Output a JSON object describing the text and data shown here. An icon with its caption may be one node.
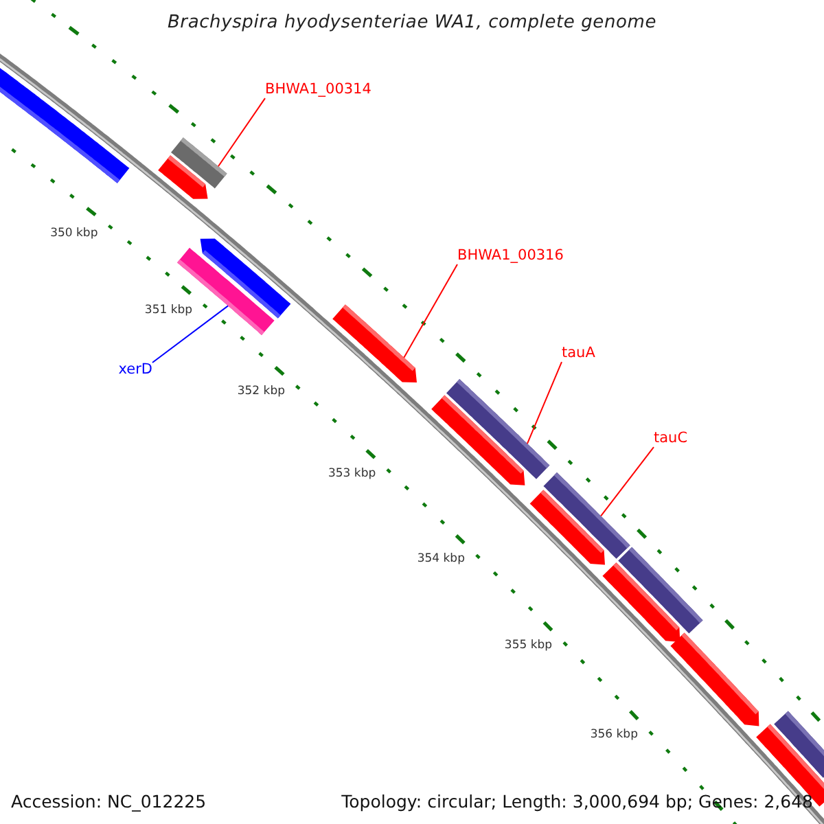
{
  "diagram": {
    "title": "Brachyspira hyodysenteriae WA1, complete genome",
    "nodes": [
      {
        "text": [],
        "shape": "bar"
      },
      {
        "text": [
          "BHWA1_00314"
        ]
      },
      {
        "text": [],
        "shape": "bar"
      },
      {
        "text": [],
        "shape": "bar"
      },
      {
        "text": [],
        "shape": "bar"
      },
      {
        "text": [],
        "shape": "bar"
      },
      {
        "text": [
          "xerD"
        ]
      },
      {
        "text": [
          "BHWA1_00316"
        ]
      },
      {
        "text": [],
        "shape": "bar"
      },
      {
        "text": [
          "tauA"
        ]
      },
      {
        "text": [],
        "shape": "bar"
      },
      {
        "text": [],
        "shape": "bar"
      },
      {
        "text": [
          "tauC"
        ]
      },
      {
        "text": [],
        "shape": "bar"
      },
      {
        "text": [],
        "shape": "bar"
      },
      {
        "text": [],
        "shape": "bar"
      },
      {
        "text": [],
        "shape": "bar"
      },
      {
        "text": [],
        "shape": "bar"
      },
      {
        "text": [],
        "shape": "bar"
      },
      {
        "text": [],
        "shape": "bar"
      }
    ],
    "edges": [
      {
        "from": 1,
        "to": 2,
        "arrow": "none"
      },
      {
        "from": 6,
        "to": 5,
        "arrow": "none",
        "color": "#0000ff"
      },
      {
        "from": 7,
        "to": 8,
        "arrow": "none"
      },
      {
        "from": 9,
        "to": 10,
        "arrow": "none"
      },
      {
        "from": 12,
        "to": 13,
        "arrow": "none"
      }
    ],
    "labels": [
      "350 kbp",
      "351 kbp",
      "352 kbp",
      "353 kbp",
      "354 kbp",
      "355 kbp",
      "356 kbp",
      "Accession: NC_012225",
      "Topology: circular; Length: 3,000,694 bp; Genes: 2,648"
    ]
  }
}
